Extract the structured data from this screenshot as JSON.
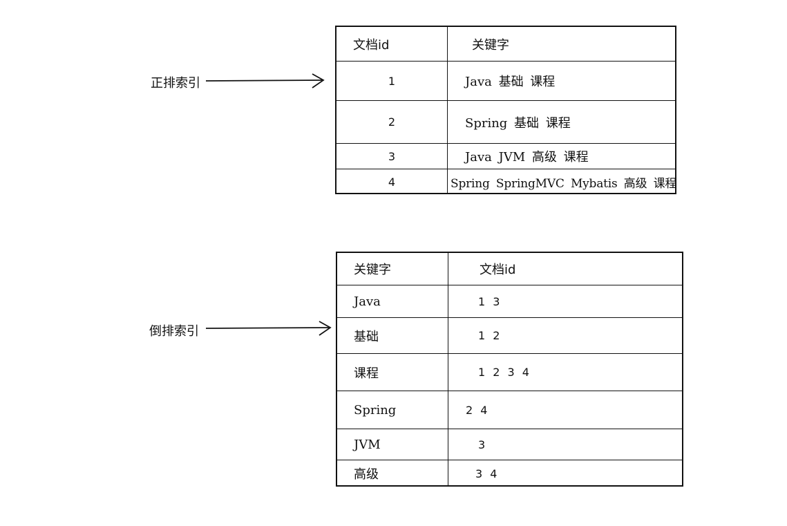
{
  "forward_index": {
    "label": "正排索引",
    "headers": {
      "doc_id": "文档id",
      "keywords": "关键字"
    },
    "rows": [
      {
        "doc_id": "1",
        "keywords": "Java 基础 课程"
      },
      {
        "doc_id": "2",
        "keywords": "Spring 基础 课程"
      },
      {
        "doc_id": "3",
        "keywords": "Java JVM 高级 课程"
      },
      {
        "doc_id": "4",
        "keywords": "Spring SpringMVC Mybatis 高级 课程"
      }
    ]
  },
  "inverted_index": {
    "label": "倒排索引",
    "headers": {
      "keyword": "关键字",
      "doc_ids": "文档id"
    },
    "rows": [
      {
        "keyword": "Java",
        "doc_ids": "1 3"
      },
      {
        "keyword": "基础",
        "doc_ids": "1 2"
      },
      {
        "keyword": "课程",
        "doc_ids": "1 2 3 4"
      },
      {
        "keyword": "Spring",
        "doc_ids": "2 4"
      },
      {
        "keyword": "JVM",
        "doc_ids": "3"
      },
      {
        "keyword": "高级",
        "doc_ids": "3 4"
      }
    ]
  }
}
